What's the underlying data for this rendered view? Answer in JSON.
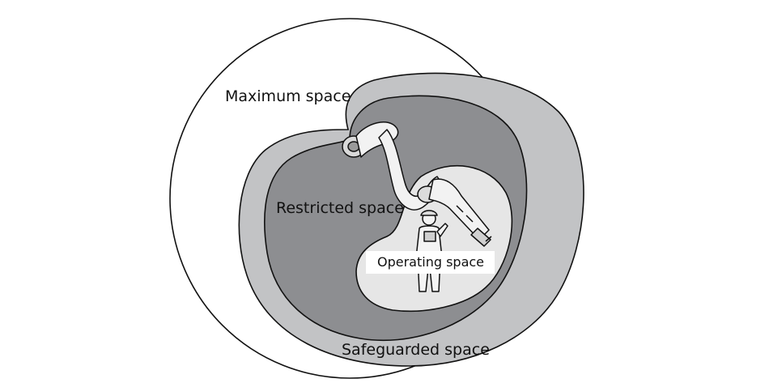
{
  "zones": {
    "maximum": {
      "label": "Maximum space",
      "color": "#ffffff"
    },
    "safeguarded": {
      "label": "Safeguarded space",
      "color": "#c2c3c5"
    },
    "restricted": {
      "label": "Restricted space",
      "color": "#8d8e91"
    },
    "operating": {
      "label": "Operating space",
      "color": "#e6e6e6"
    }
  },
  "figures": {
    "robot_arm": {
      "icon": "robot-arm-icon"
    },
    "operator": {
      "icon": "operator-person-icon"
    }
  }
}
